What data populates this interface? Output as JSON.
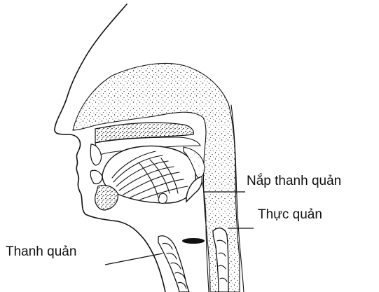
{
  "labels": {
    "epiglottis": "Nắp thanh quản",
    "esophagus": "Thực quản",
    "larynx": "Thanh quản"
  },
  "colors": {
    "ink": "#111111",
    "background": "#ffffff"
  }
}
